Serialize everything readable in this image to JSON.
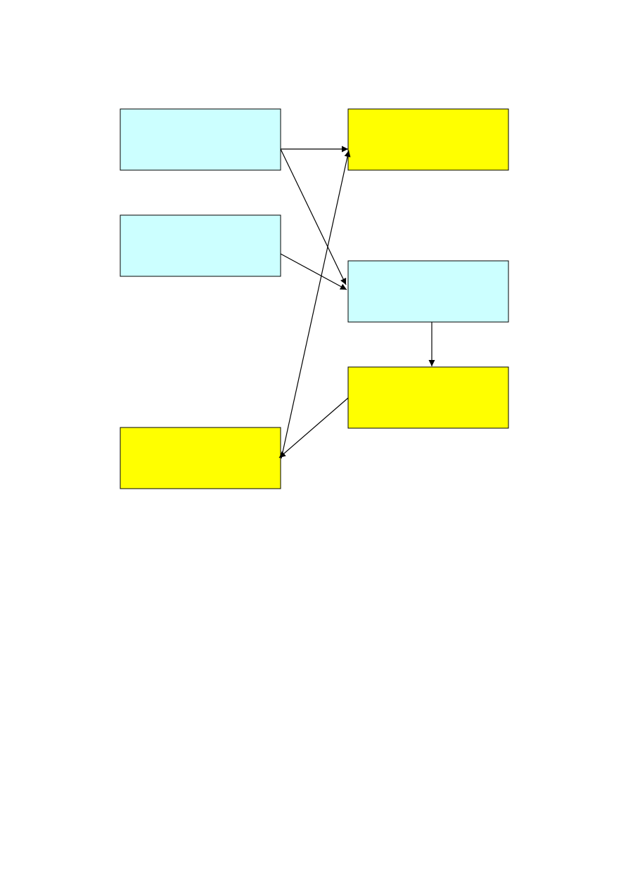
{
  "colors": {
    "cyan_box": "#ccffff",
    "yellow_box": "#ffff00",
    "line": "#000000",
    "background": "#ffffff"
  },
  "nodes": [
    {
      "id": "box-top-left",
      "fill": "cyan_box"
    },
    {
      "id": "box-middle-left",
      "fill": "cyan_box"
    },
    {
      "id": "box-bottom-left",
      "fill": "yellow_box"
    },
    {
      "id": "box-top-right",
      "fill": "yellow_box"
    },
    {
      "id": "box-middle-right",
      "fill": "cyan_box"
    },
    {
      "id": "box-lower-right",
      "fill": "yellow_box"
    }
  ],
  "edges": [
    {
      "from": "box-top-left",
      "to": "box-top-right"
    },
    {
      "from": "box-top-left",
      "to": "box-middle-right"
    },
    {
      "from": "box-middle-left",
      "to": "box-middle-right"
    },
    {
      "from": "box-middle-right",
      "to": "box-lower-right"
    },
    {
      "from": "box-lower-right",
      "to": "box-bottom-left"
    },
    {
      "from": "box-bottom-left",
      "to": "box-top-right"
    }
  ]
}
